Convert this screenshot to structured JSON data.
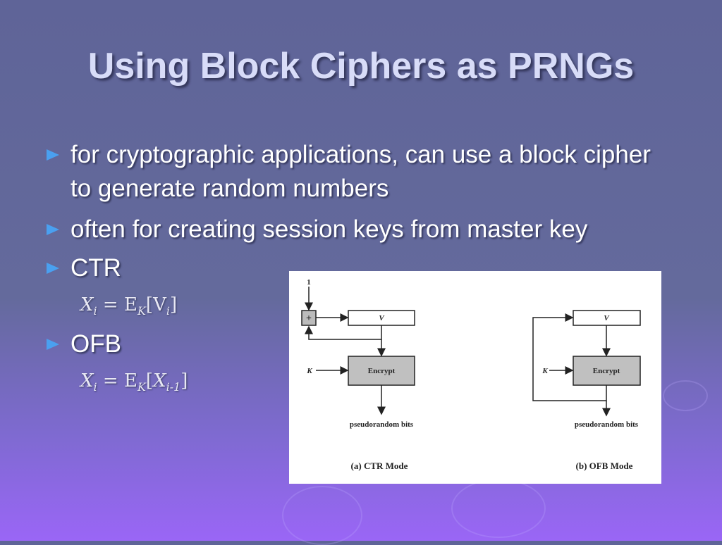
{
  "title": "Using Block Ciphers as PRNGs",
  "bullets": [
    {
      "text": "for cryptographic applications, can use a block cipher to generate random numbers"
    },
    {
      "text": "often for creating session keys from master key"
    },
    {
      "text": "CTR",
      "formula": {
        "lhs": "X",
        "lhs_sub": "i",
        "eq": "=",
        "fn": "E",
        "fn_sub": "K",
        "arg": "V",
        "arg_sub": "i"
      }
    },
    {
      "text": "OFB",
      "formula": {
        "lhs": "X",
        "lhs_sub": "i",
        "eq": "=",
        "fn": "E",
        "fn_sub": "K",
        "arg": "X",
        "arg_sub": "i-1"
      }
    }
  ],
  "figure": {
    "ctr": {
      "one": "1",
      "plus": "+",
      "v": "V",
      "k": "K",
      "encrypt": "Encrypt",
      "output": "pseudorandom bits",
      "caption": "(a) CTR Mode"
    },
    "ofb": {
      "v": "V",
      "k": "K",
      "encrypt": "Encrypt",
      "output": "pseudorandom bits",
      "caption": "(b) OFB Mode"
    }
  }
}
